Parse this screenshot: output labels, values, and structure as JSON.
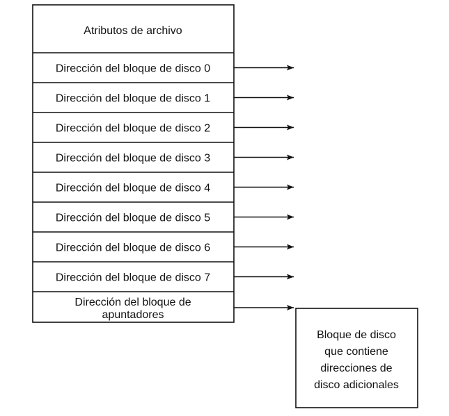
{
  "inode": {
    "header": "Atributos de archivo",
    "rows": [
      "Dirección del bloque de disco 0",
      "Dirección del bloque de disco 1",
      "Dirección del bloque de disco 2",
      "Dirección del bloque de disco 3",
      "Dirección del bloque de disco 4",
      "Dirección del bloque de disco 5",
      "Dirección del bloque de disco 6",
      "Dirección del bloque de disco 7"
    ],
    "pointer_block_lines": [
      "Dirección del bloque de",
      "apuntadores"
    ]
  },
  "target_block": {
    "lines": [
      "Bloque de disco",
      "que contiene",
      "direcciones de",
      "disco adicionales"
    ]
  }
}
